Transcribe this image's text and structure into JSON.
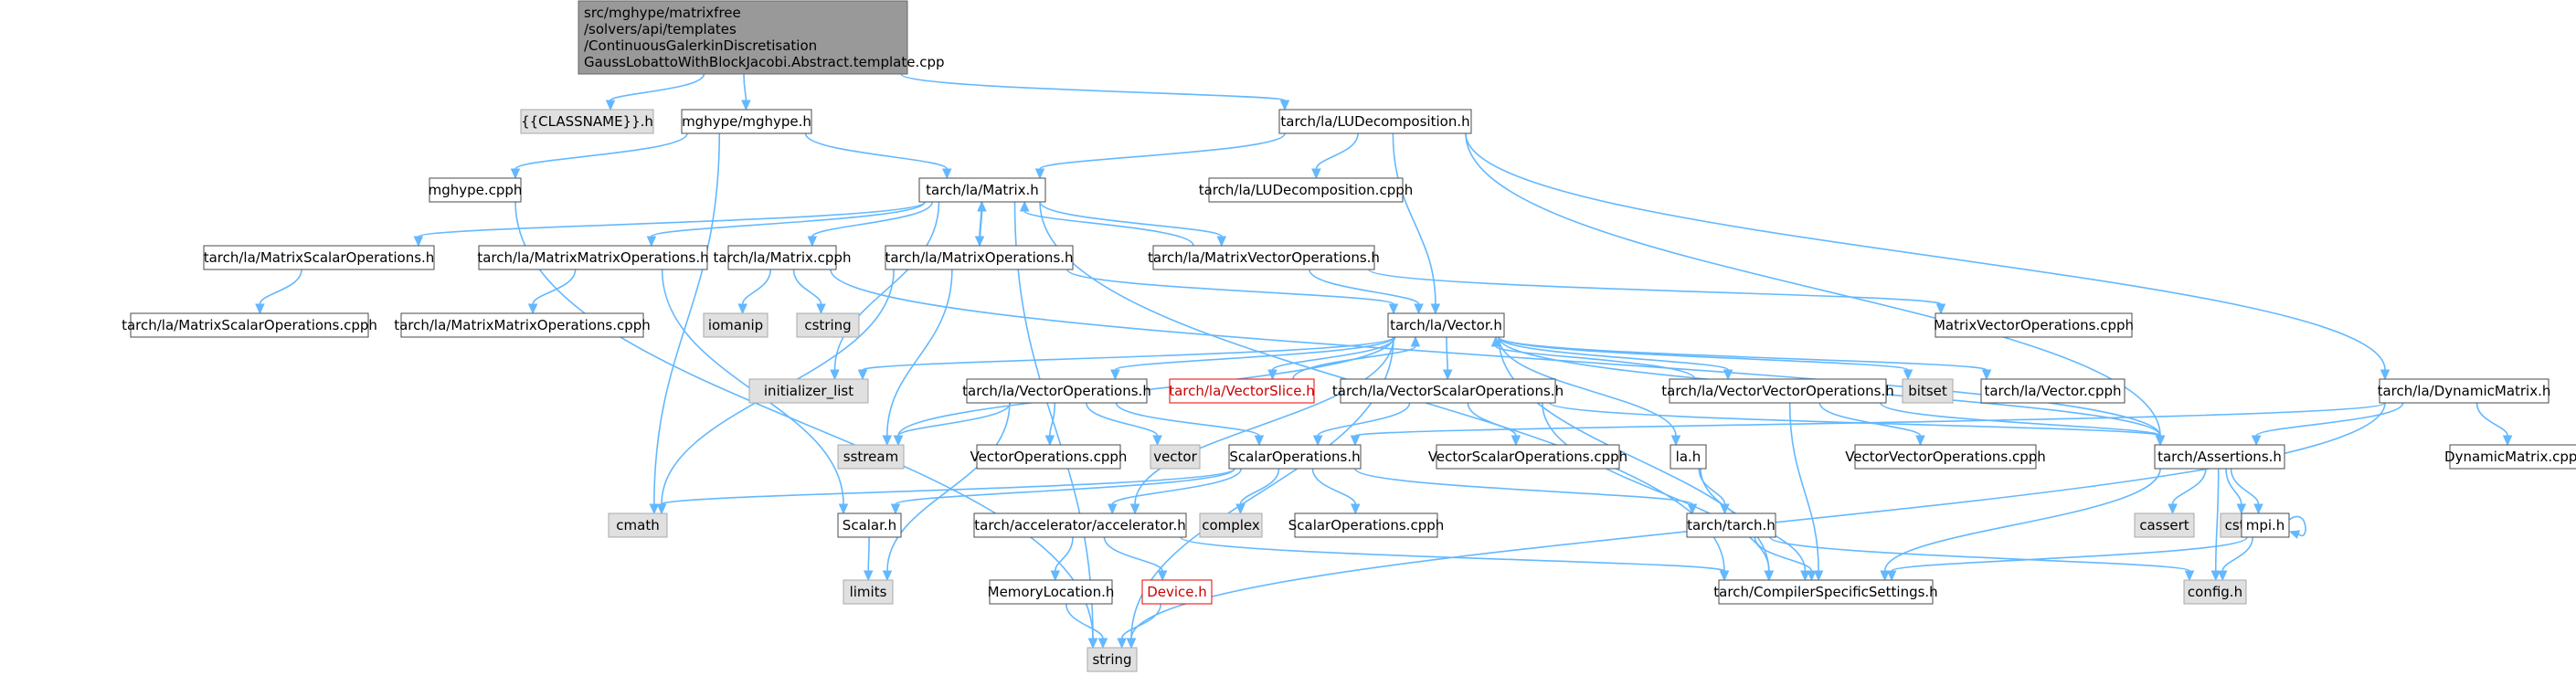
{
  "diagram": {
    "colors": {
      "edge": "#63b8ff",
      "file_fill": "#ffffff",
      "file_stroke": "#4a4a4a",
      "system_fill": "#e0e0e0",
      "system_stroke": "#a8a8a8",
      "root_fill": "#999999",
      "missing_stroke": "#ee0000"
    },
    "nodes": [
      {
        "id": "root",
        "kind": "root",
        "lines": [
          "src/mghype/matrixfree",
          "/solvers/api/templates",
          "/ContinuousGalerkinDiscretisation",
          "GaussLobattoWithBlockJacobi.Abstract.template.cpp"
        ]
      },
      {
        "id": "classname",
        "kind": "sys",
        "lines": [
          "{{CLASSNAME}}.h"
        ]
      },
      {
        "id": "mghype_h",
        "kind": "file",
        "lines": [
          "mghype/mghype.h"
        ]
      },
      {
        "id": "ludecomp_h",
        "kind": "file",
        "lines": [
          "tarch/la/LUDecomposition.h"
        ]
      },
      {
        "id": "mghype_cpph",
        "kind": "file",
        "lines": [
          "mghype.cpph"
        ]
      },
      {
        "id": "matrix_h",
        "kind": "file",
        "lines": [
          "tarch/la/Matrix.h"
        ]
      },
      {
        "id": "ludecomp_cpph",
        "kind": "file",
        "lines": [
          "tarch/la/LUDecomposition.cpph"
        ]
      },
      {
        "id": "matscalar_h",
        "kind": "file",
        "lines": [
          "tarch/la/MatrixScalarOperations.h"
        ]
      },
      {
        "id": "matmat_h",
        "kind": "file",
        "lines": [
          "tarch/la/MatrixMatrixOperations.h"
        ]
      },
      {
        "id": "matrix_cpph",
        "kind": "file",
        "lines": [
          "tarch/la/Matrix.cpph"
        ]
      },
      {
        "id": "matops_h",
        "kind": "file",
        "lines": [
          "tarch/la/MatrixOperations.h"
        ]
      },
      {
        "id": "matvec_h",
        "kind": "file",
        "lines": [
          "tarch/la/MatrixVectorOperations.h"
        ]
      },
      {
        "id": "matscalar_cpph",
        "kind": "file",
        "lines": [
          "tarch/la/MatrixScalarOperations.cpph"
        ]
      },
      {
        "id": "matmat_cpph",
        "kind": "file",
        "lines": [
          "tarch/la/MatrixMatrixOperations.cpph"
        ]
      },
      {
        "id": "iomanip",
        "kind": "sys",
        "lines": [
          "iomanip"
        ]
      },
      {
        "id": "cstring",
        "kind": "sys",
        "lines": [
          "cstring"
        ]
      },
      {
        "id": "matvec_cpph",
        "kind": "file",
        "lines": [
          "MatrixVectorOperations.cpph"
        ]
      },
      {
        "id": "vector_h",
        "kind": "file",
        "lines": [
          "tarch/la/Vector.h"
        ]
      },
      {
        "id": "init_list",
        "kind": "sys",
        "lines": [
          "initializer_list"
        ]
      },
      {
        "id": "vecops_h",
        "kind": "file",
        "lines": [
          "tarch/la/VectorOperations.h"
        ]
      },
      {
        "id": "vecslice_h",
        "kind": "red",
        "lines": [
          "tarch/la/VectorSlice.h"
        ]
      },
      {
        "id": "vecscalar_h",
        "kind": "file",
        "lines": [
          "tarch/la/VectorScalarOperations.h"
        ]
      },
      {
        "id": "vecvec_h",
        "kind": "file",
        "lines": [
          "tarch/la/VectorVectorOperations.h"
        ]
      },
      {
        "id": "bitset",
        "kind": "sys",
        "lines": [
          "bitset"
        ]
      },
      {
        "id": "vector_cpph",
        "kind": "file",
        "lines": [
          "tarch/la/Vector.cpph"
        ]
      },
      {
        "id": "dynmatrix_h",
        "kind": "file",
        "lines": [
          "tarch/la/DynamicMatrix.h"
        ]
      },
      {
        "id": "sstream",
        "kind": "sys",
        "lines": [
          "sstream"
        ]
      },
      {
        "id": "vecops_cpph",
        "kind": "file",
        "lines": [
          "VectorOperations.cpph"
        ]
      },
      {
        "id": "vector_std",
        "kind": "sys",
        "lines": [
          "vector"
        ]
      },
      {
        "id": "scalarops_h",
        "kind": "file",
        "lines": [
          "ScalarOperations.h"
        ]
      },
      {
        "id": "vecscalar_cpph",
        "kind": "file",
        "lines": [
          "VectorScalarOperations.cpph"
        ]
      },
      {
        "id": "la_h",
        "kind": "file",
        "lines": [
          "la.h"
        ]
      },
      {
        "id": "vecvec_cpph",
        "kind": "file",
        "lines": [
          "VectorVectorOperations.cpph"
        ]
      },
      {
        "id": "assertions_h",
        "kind": "file",
        "lines": [
          "tarch/Assertions.h"
        ]
      },
      {
        "id": "dynmatrix_cpph",
        "kind": "file",
        "lines": [
          "DynamicMatrix.cpph"
        ]
      },
      {
        "id": "cmath",
        "kind": "sys",
        "lines": [
          "cmath"
        ]
      },
      {
        "id": "scalar_h",
        "kind": "file",
        "lines": [
          "Scalar.h"
        ]
      },
      {
        "id": "accelerator_h",
        "kind": "file",
        "lines": [
          "tarch/accelerator/accelerator.h"
        ]
      },
      {
        "id": "complex",
        "kind": "sys",
        "lines": [
          "complex"
        ]
      },
      {
        "id": "scalarops_cpph",
        "kind": "file",
        "lines": [
          "ScalarOperations.cpph"
        ]
      },
      {
        "id": "tarch_h",
        "kind": "file",
        "lines": [
          "tarch/tarch.h"
        ]
      },
      {
        "id": "cassert",
        "kind": "sys",
        "lines": [
          "cassert"
        ]
      },
      {
        "id": "cstdio",
        "kind": "sys",
        "lines": [
          "cstdio"
        ]
      },
      {
        "id": "mpi_h",
        "kind": "file",
        "lines": [
          "mpi.h"
        ]
      },
      {
        "id": "limits",
        "kind": "sys",
        "lines": [
          "limits"
        ]
      },
      {
        "id": "memloc_h",
        "kind": "file",
        "lines": [
          "MemoryLocation.h"
        ]
      },
      {
        "id": "device_h",
        "kind": "red",
        "lines": [
          "Device.h"
        ]
      },
      {
        "id": "compiler_h",
        "kind": "file",
        "lines": [
          "tarch/CompilerSpecificSettings.h"
        ]
      },
      {
        "id": "config_h",
        "kind": "sys",
        "lines": [
          "config.h"
        ]
      },
      {
        "id": "string",
        "kind": "sys",
        "lines": [
          "string"
        ]
      }
    ],
    "edges": [
      [
        "root",
        "classname"
      ],
      [
        "root",
        "mghype_h"
      ],
      [
        "root",
        "ludecomp_h"
      ],
      [
        "mghype_h",
        "mghype_cpph"
      ],
      [
        "mghype_h",
        "matrix_h"
      ],
      [
        "mghype_h",
        "cmath"
      ],
      [
        "mghype_cpph",
        "string"
      ],
      [
        "ludecomp_h",
        "matrix_h"
      ],
      [
        "ludecomp_h",
        "ludecomp_cpph"
      ],
      [
        "ludecomp_h",
        "vector_h"
      ],
      [
        "ludecomp_h",
        "assertions_h"
      ],
      [
        "ludecomp_h",
        "dynmatrix_h"
      ],
      [
        "matrix_h",
        "matscalar_h"
      ],
      [
        "matrix_h",
        "matmat_h"
      ],
      [
        "matrix_h",
        "matrix_cpph"
      ],
      [
        "matrix_h",
        "matops_h"
      ],
      [
        "matrix_h",
        "matvec_h"
      ],
      [
        "matrix_h",
        "init_list"
      ],
      [
        "matrix_h",
        "string"
      ],
      [
        "matrix_h",
        "compiler_h"
      ],
      [
        "matscalar_h",
        "matscalar_cpph"
      ],
      [
        "matmat_h",
        "matmat_cpph"
      ],
      [
        "matmat_h",
        "scalar_h"
      ],
      [
        "matrix_cpph",
        "iomanip"
      ],
      [
        "matrix_cpph",
        "cstring"
      ],
      [
        "matrix_cpph",
        "assertions_h"
      ],
      [
        "matops_h",
        "matrix_h"
      ],
      [
        "matops_h",
        "vector_h"
      ],
      [
        "matops_h",
        "sstream"
      ],
      [
        "matops_h",
        "cmath"
      ],
      [
        "matvec_h",
        "matrix_h"
      ],
      [
        "matvec_h",
        "vector_h"
      ],
      [
        "matvec_h",
        "matvec_cpph"
      ],
      [
        "vector_h",
        "init_list"
      ],
      [
        "vector_h",
        "vecops_h"
      ],
      [
        "vector_h",
        "vecslice_h"
      ],
      [
        "vector_h",
        "vecscalar_h"
      ],
      [
        "vector_h",
        "vecvec_h"
      ],
      [
        "vector_h",
        "bitset"
      ],
      [
        "vector_h",
        "vector_cpph"
      ],
      [
        "vector_h",
        "sstream"
      ],
      [
        "vector_h",
        "la_h"
      ],
      [
        "vector_h",
        "assertions_h"
      ],
      [
        "vector_h",
        "accelerator_h"
      ],
      [
        "vector_h",
        "compiler_h"
      ],
      [
        "vector_h",
        "string"
      ],
      [
        "vecslice_h",
        "vector_h"
      ],
      [
        "vecops_h",
        "vecops_cpph"
      ],
      [
        "vecops_h",
        "vector_std"
      ],
      [
        "vecops_h",
        "scalarops_h"
      ],
      [
        "vecops_h",
        "sstream"
      ],
      [
        "vecops_h",
        "limits"
      ],
      [
        "vecscalar_h",
        "vecscalar_cpph"
      ],
      [
        "vecscalar_h",
        "scalarops_h"
      ],
      [
        "vecscalar_h",
        "assertions_h"
      ],
      [
        "vecscalar_h",
        "compiler_h"
      ],
      [
        "vecvec_h",
        "vector_h"
      ],
      [
        "vecvec_h",
        "vecvec_cpph"
      ],
      [
        "vecvec_h",
        "assertions_h"
      ],
      [
        "vecvec_h",
        "compiler_h"
      ],
      [
        "dynmatrix_h",
        "dynmatrix_cpph"
      ],
      [
        "dynmatrix_h",
        "assertions_h"
      ],
      [
        "dynmatrix_h",
        "string"
      ],
      [
        "dynmatrix_h",
        "scalarops_h"
      ],
      [
        "scalarops_h",
        "cmath"
      ],
      [
        "scalarops_h",
        "scalar_h"
      ],
      [
        "scalarops_h",
        "accelerator_h"
      ],
      [
        "scalarops_h",
        "complex"
      ],
      [
        "scalarops_h",
        "scalarops_cpph"
      ],
      [
        "scalarops_h",
        "tarch_h"
      ],
      [
        "la_h",
        "tarch_h"
      ],
      [
        "la_h",
        "compiler_h"
      ],
      [
        "assertions_h",
        "cassert"
      ],
      [
        "assertions_h",
        "cstdio"
      ],
      [
        "assertions_h",
        "mpi_h"
      ],
      [
        "assertions_h",
        "config_h"
      ],
      [
        "assertions_h",
        "compiler_h"
      ],
      [
        "mpi_h",
        "mpi_h"
      ],
      [
        "mpi_h",
        "config_h"
      ],
      [
        "mpi_h",
        "compiler_h"
      ],
      [
        "scalar_h",
        "limits"
      ],
      [
        "accelerator_h",
        "memloc_h"
      ],
      [
        "accelerator_h",
        "device_h"
      ],
      [
        "accelerator_h",
        "compiler_h"
      ],
      [
        "tarch_h",
        "compiler_h"
      ],
      [
        "tarch_h",
        "config_h"
      ],
      [
        "memloc_h",
        "string"
      ],
      [
        "device_h",
        "string"
      ]
    ]
  }
}
